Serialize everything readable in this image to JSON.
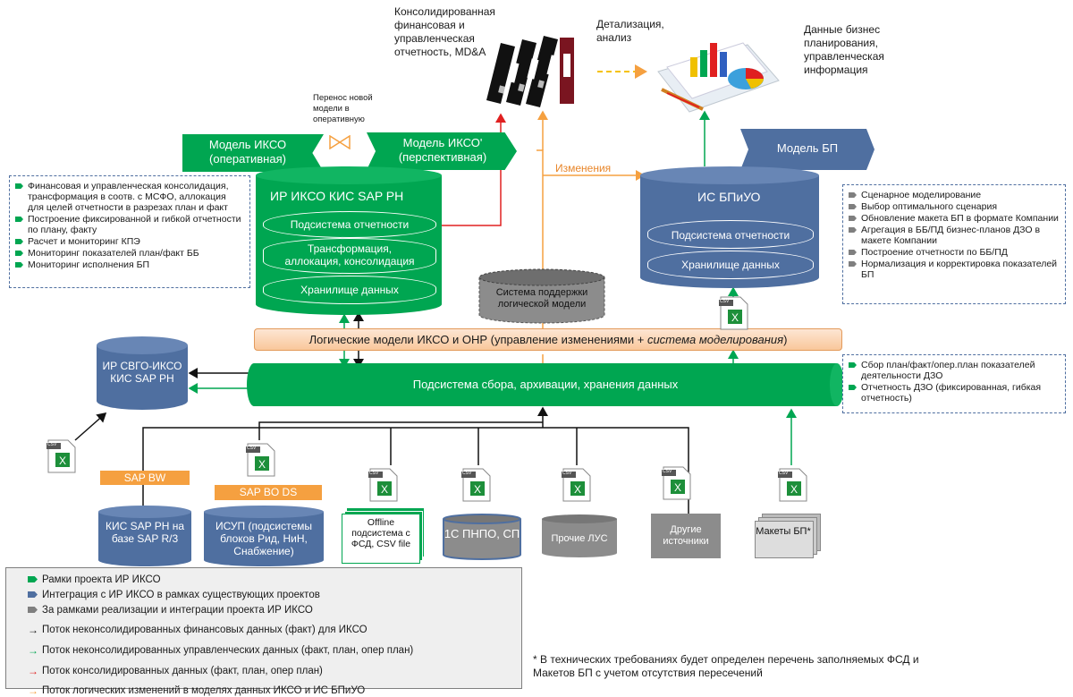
{
  "top": {
    "reports_label": "Консолидированная финансовая и управленческая отчетность, MD&A",
    "detail_label": "Детализация, анализ",
    "bp_data_label": "Данные бизнес планирования, управленческая информация",
    "transfer_label": "Перенос новой модели в оперативную",
    "changes_label": "Изменения"
  },
  "models": {
    "op": "Модель ИКСО (оперативная)",
    "persp": "Модель ИКСО' (перспективная)",
    "bp": "Модель БП"
  },
  "main_cyl": {
    "title": "ИР ИКСО КИС SAP PH",
    "band1": "Подсистема отчетности",
    "band2": "Трансформация, аллокация, консолидация",
    "band3": "Хранилище данных"
  },
  "left_box": {
    "items": [
      "Финансовая и управленческая консолидация, трансформация в соотв. с МСФО, аллокация для целей отчетности в разрезах план и факт",
      "Построение фиксированной и гибкой отчетности по плану, факту",
      "Расчет и мониторинг КПЭ",
      "Мониторинг показателей план/факт ББ",
      "Мониторинг исполнения БП"
    ]
  },
  "bp_cyl": {
    "title": "ИС БПиУО",
    "band1": "Подсистема отчетности",
    "band2": "Хранилище данных"
  },
  "right_box": {
    "items": [
      "Сценарное моделирование",
      "Выбор оптимального сценария",
      "Обновление макета БП в формате Компании",
      "Агрегация в ББ/ПД бизнес-планов ДЗО в макете Компании",
      "Построение отчетности по ББ/ПД",
      "Нормализация и корректировка показателей БП"
    ]
  },
  "support_label": "Система поддержки логической модели",
  "logic_bar": {
    "normal": "Логические модели ИКСО и ОНР (управление изменениями + ",
    "italic": "система моделирования",
    "close": ")"
  },
  "collect_label": "Подсистема сбора, архивации, хранения данных",
  "svgo_label": "ИР СВГО-ИКСО КИС SAP PH",
  "right_box2": {
    "items": [
      "Сбор план/факт/опер.план показателей деятельности ДЗО",
      "Отчетность ДЗО (фиксированная, гибкая отчетность)"
    ]
  },
  "sources": {
    "sap_bw": "SAP BW",
    "sap_bo": "SAP BO DS",
    "kis_sap": "КИС SAP PH на базе SAP R/3",
    "isup": "ИСУП (подсистемы блоков Рид, НиН, Снабжение)",
    "offline": "Offline подсистема с ФСД, CSV file",
    "c1": "1С ПНПО, СП",
    "other_lus": "Прочие ЛУС",
    "other_src": "Другие источники",
    "makety": "Макеты БП*"
  },
  "csv_label": "CSV",
  "legend": {
    "r1": "Рамки проекта ИР ИКСО",
    "r2": "Интеграция с ИР ИКСО в рамках существующих проектов",
    "r3": "За рамками реализации и интеграции проекта ИР ИКСО",
    "a1": "Поток неконсолидированных финансовых данных (факт) для ИКСО",
    "a2": "Поток неконсолидированных управленческих данных (факт, план, опер план)",
    "a3": "Поток консолидированных данных (факт, план, опер план)",
    "a4": "Поток логических изменений в моделях данных ИКСО и ИС БПиУО",
    "arrow_glyph": "→"
  },
  "footnote": "* В технических требованиях будет определен перечень заполняемых ФСД и Макетов БП с учетом отсутствия пересечений",
  "colors": {
    "green": "#00a651",
    "blue": "#4f6fa0",
    "gray": "#7f7f7f",
    "red": "#e02020",
    "orange": "#f5a040"
  }
}
